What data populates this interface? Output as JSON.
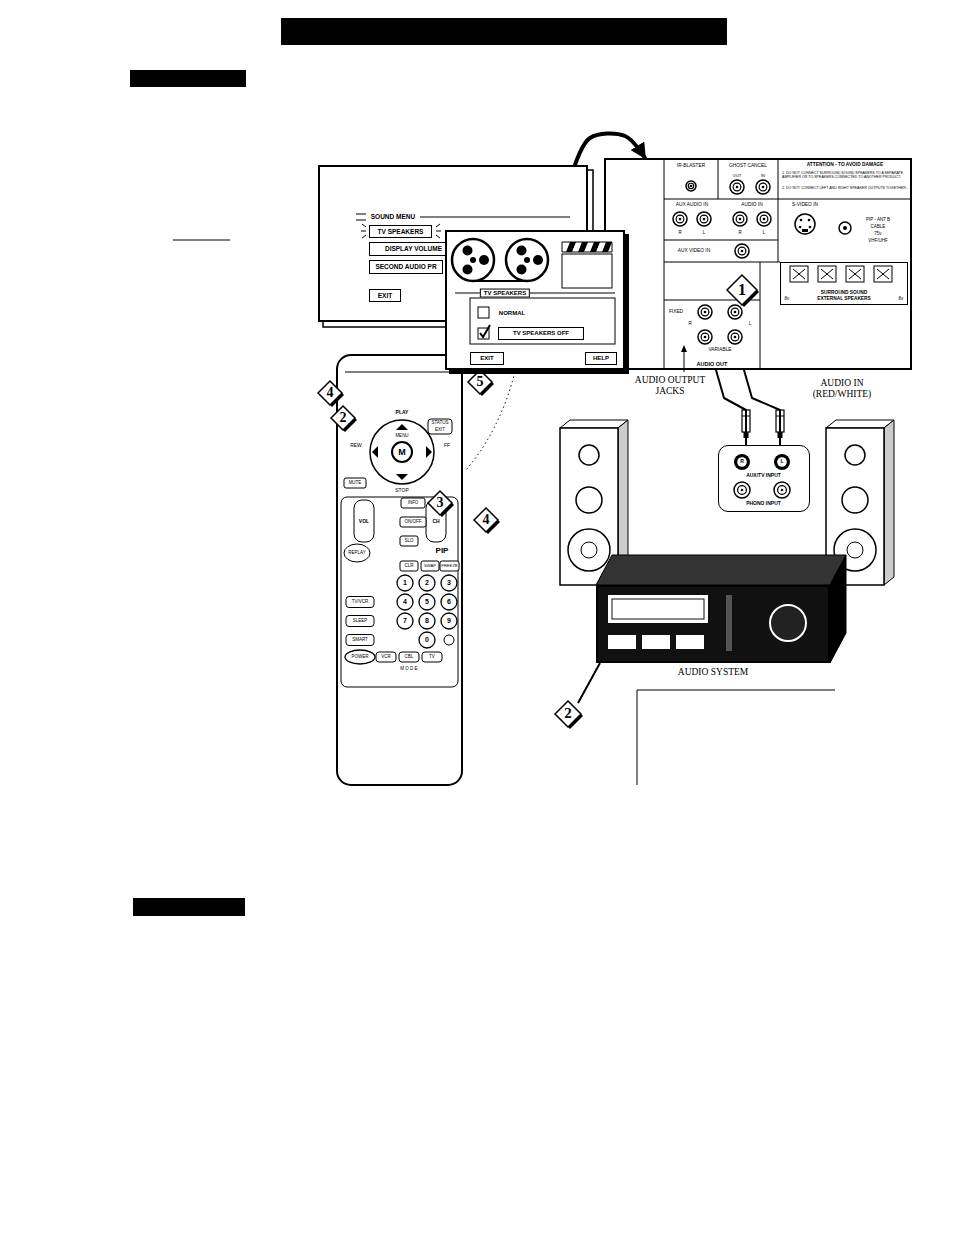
{
  "diagram": {
    "nodes": [
      {
        "text": [
          "SOUND MENU"
        ]
      },
      {
        "text": [
          "TV SPEAKERS"
        ],
        "in": 0
      },
      {
        "text": [
          "DISPLAY VOLUME"
        ],
        "in": 0
      },
      {
        "text": [
          "SECOND AUDIO PR"
        ],
        "in": 0
      },
      {
        "text": [
          "EXIT"
        ],
        "in": 0
      },
      {
        "text": [
          "TV SPEAKERS"
        ]
      },
      {
        "text": [
          "TV SPEAKERS OFF"
        ],
        "in": 5
      },
      {
        "text": [
          "EXIT"
        ],
        "in": 5
      },
      {
        "text": [
          "HELP"
        ],
        "in": 5
      },
      {
        "text": [
          "AUDIO OUT"
        ]
      },
      {
        "text": [
          "SURROUND SOUND EXTERNAL SPEAKERS"
        ],
        "in": 9
      },
      {
        "text": [
          "AUX/TV INPUT",
          "PHONO INPUT"
        ]
      },
      {
        "text": [
          "AUDIO SYSTEM"
        ]
      }
    ],
    "edges": [
      {
        "from": 0,
        "to": 9,
        "arrow": "to"
      },
      {
        "from": 9,
        "to": 11,
        "arrow": "none"
      },
      {
        "from": 9,
        "to": 11,
        "arrow": "none"
      }
    ],
    "labels": [
      "IR-BLASTER",
      "GHOST CANCEL",
      "OUT",
      "IN",
      "ATTENTION - TO AVOID DAMAGE",
      "1. DO NOT CONNECT SURROUND SOUND SPEAKERS TO A SEPARATE AMPLIFIER OR TO SPEAKERS CONNECTED TO ANOTHER PRODUCT.",
      "2. DO NOT CONNECT LEFT AND RIGHT SPEAKER OUTPUTS TOGETHER.",
      "AUX AUDIO IN",
      "AUDIO IN",
      "S-VIDEO IN",
      "R",
      "L",
      "R",
      "L",
      "PIP - ANT B",
      "CABLE",
      "75v",
      "VHF/UHF",
      "AUX VIDEO IN",
      "FIXED",
      "R",
      "L",
      "VARIABLE",
      "8v",
      "8v",
      "AUDIO OUTPUT JACKS",
      "AUDIO IN (RED/WHITE)",
      "R",
      "L",
      "NORMAL",
      "PLAY",
      "STATUS",
      "EXIT",
      "MENU",
      "M",
      "REW",
      "FF",
      "STOP",
      "MUTE",
      "VOL",
      "INFO",
      "ON/OFF",
      "CH",
      "REPLAY",
      "SLO",
      "CLR",
      "PIP",
      "SWAP",
      "FREEZE",
      "1",
      "2",
      "3",
      "4",
      "5",
      "6",
      "7",
      "8",
      "9",
      "0",
      "TV/VCR",
      "SLEEP",
      "SMART",
      "POWER",
      "VCR",
      "CBL",
      "TV",
      "M O D E",
      "1",
      "4",
      "2",
      "5",
      "3",
      "4",
      "2"
    ]
  }
}
